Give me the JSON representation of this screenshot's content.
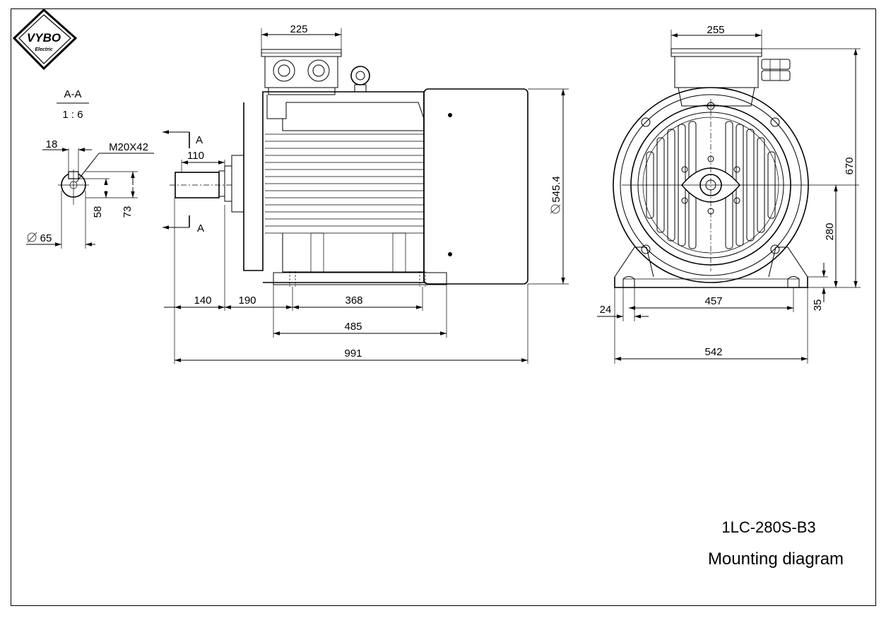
{
  "logo": {
    "brand": "VYBO",
    "sub": "Electric"
  },
  "section": {
    "name": "A-A",
    "scale": "1 : 6"
  },
  "dims": {
    "d18": "18",
    "thread": "M20X42",
    "d58": "58",
    "d73": "73",
    "d65": "65",
    "d110": "110",
    "d225": "225",
    "d140": "140",
    "d190": "190",
    "d368": "368",
    "d485": "485",
    "d991": "991",
    "d545": "545.4",
    "d255": "255",
    "d670": "670",
    "d280": "280",
    "d24": "24",
    "d457": "457",
    "d35": "35",
    "d542": "542"
  },
  "section_marks": {
    "top": "A",
    "bottom": "A"
  },
  "title_block": {
    "model": "1LC-280S-B3",
    "caption": "Mounting diagram"
  }
}
